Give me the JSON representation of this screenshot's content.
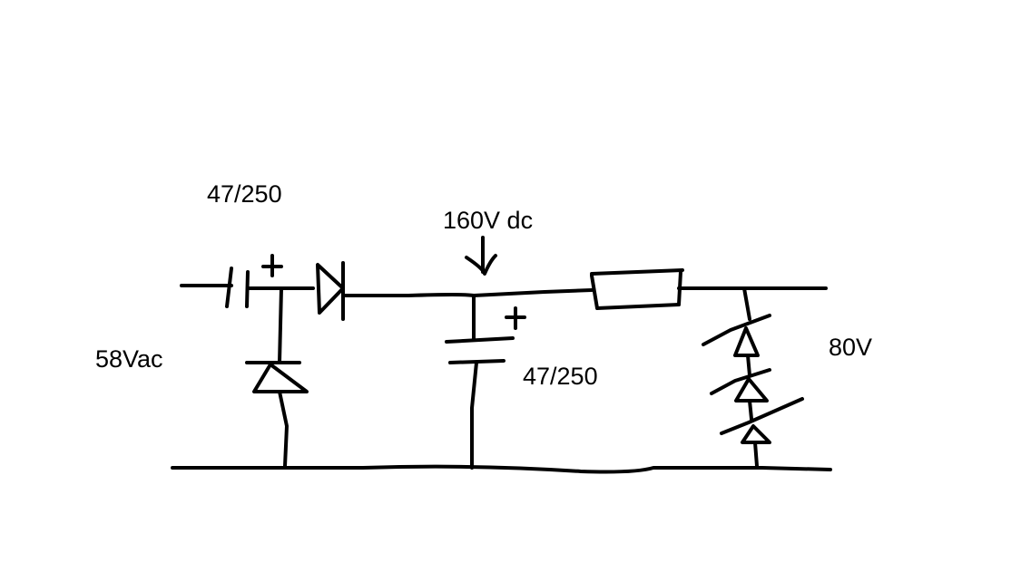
{
  "labels": {
    "cap_in_value": "47/250",
    "dc_voltage": "160V dc",
    "ac_input": "58Vac",
    "cap_filter_value": "47/250",
    "output_voltage": "80V"
  },
  "colors": {
    "background": "#ffffff",
    "ink": "#000000"
  }
}
